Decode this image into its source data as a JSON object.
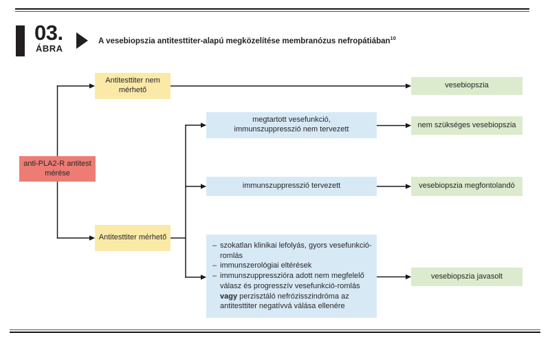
{
  "header": {
    "figure_number": "03.",
    "figure_label": "ÁBRA",
    "title": "A vesebiopszia antitesttiter-alapú megközelítése membranózus nefropátiában",
    "title_superscript": "10"
  },
  "colors": {
    "salmon": "#ed7c74",
    "yellow": "#fbe9a8",
    "blue": "#d8e9f6",
    "green": "#dcebce",
    "line": "#1a1a1a"
  },
  "flowchart": {
    "root": {
      "label": "anti-PLA2-R antitest mérése"
    },
    "branches": {
      "not_measurable": {
        "label": "Antitesttiter nem mérhető"
      },
      "measurable": {
        "label": "Antitesttiter mérhető"
      }
    },
    "conditions": {
      "preserved_function": {
        "label": "megtartott vesefunkció, immunszuppresszió nem tervezett"
      },
      "immunosuppression_planned": {
        "label": "immunszuppresszió tervezett"
      },
      "complex": {
        "bullet": "–",
        "item1": "szokatlan klinikai lefolyás, gyors vesefunkció-romlás",
        "item2": "immunszerológiai eltérések",
        "item3_pre": "immunszuppresszióra adott nem megfelelő válasz és progresszív vesefunkció-romlás ",
        "item3_bold": "vagy",
        "item3_post": " perzisztáló nefrózisszindróma az antitesttiter negatívvá válása ellenére"
      }
    },
    "outcomes": {
      "biopsy": {
        "label": "vesebiopszia"
      },
      "biopsy_not_needed": {
        "label": "nem szükséges vesebiopszia"
      },
      "biopsy_consider": {
        "label": "vesebiopszia megfontolandó"
      },
      "biopsy_recommended": {
        "label": "vesebiopszia javasolt"
      }
    }
  }
}
